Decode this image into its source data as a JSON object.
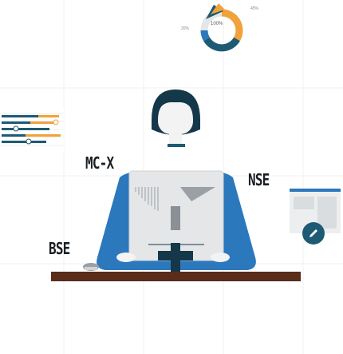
{
  "labels": {
    "mcx": "MC-X",
    "nse": "NSE",
    "bse": "BSE"
  },
  "donut": {
    "center": "100%",
    "left_label": "20%",
    "top_label": "45%"
  },
  "colors": {
    "navy": "#1e5a73",
    "orange": "#f2a23a",
    "blue": "#2b78bd",
    "light_gray": "#e4e6e8",
    "desk": "#5a2c1a",
    "dark": "#1a1f24"
  },
  "icons": {
    "edit": "pencil-icon"
  }
}
